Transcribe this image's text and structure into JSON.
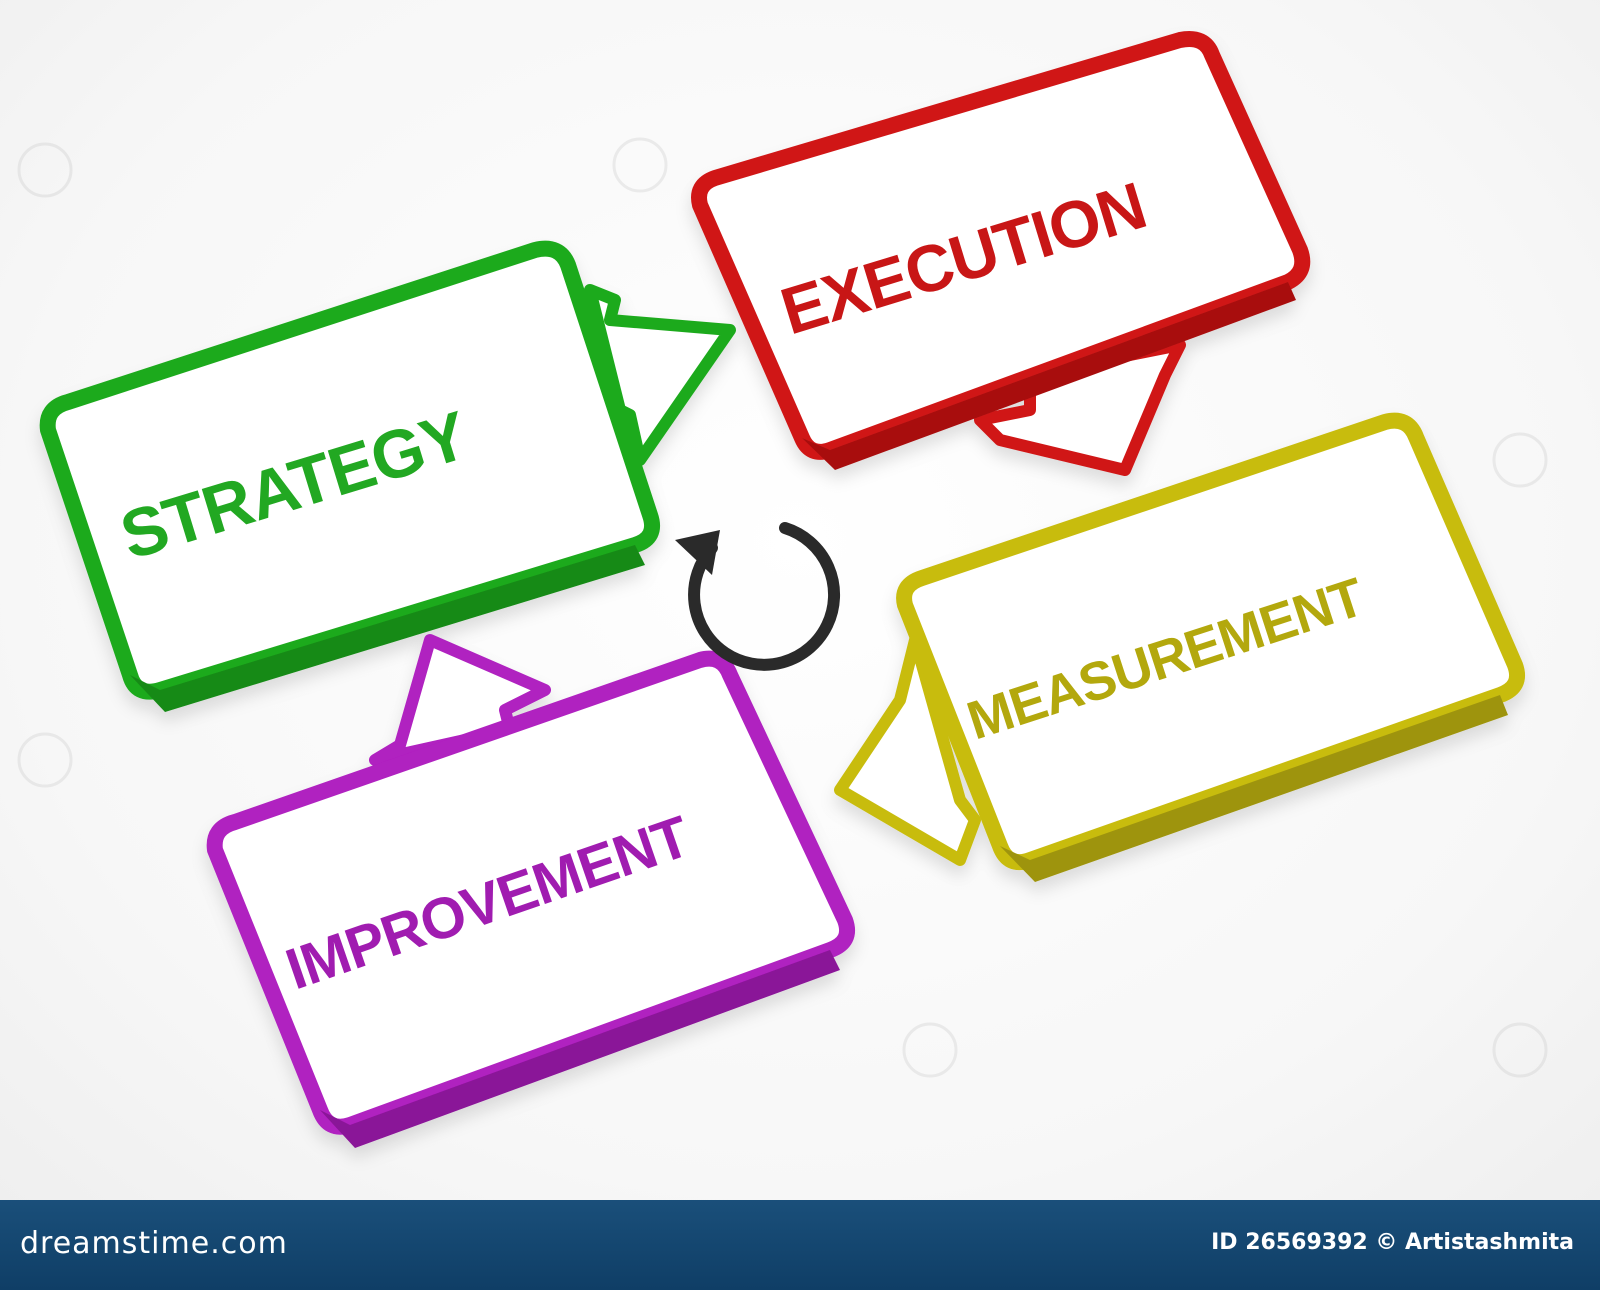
{
  "diagram": {
    "stages": [
      {
        "id": "strategy",
        "label": "STRATEGY",
        "color": "#1faa1f",
        "text_color": "#23a823"
      },
      {
        "id": "execution",
        "label": "EXECUTION",
        "color": "#d01818",
        "text_color": "#c81414"
      },
      {
        "id": "measurement",
        "label": "MEASUREMENT",
        "color": "#c8bc10",
        "text_color": "#b3a80e"
      },
      {
        "id": "improvement",
        "label": "IMPROVEMENT",
        "color": "#b020c0",
        "text_color": "#a01cb0"
      }
    ],
    "center_icon": "cycle-arrow-icon",
    "center_icon_color": "#2a2a2a"
  },
  "footer": {
    "brand": "dreamstime.com",
    "image_id": "ID 26569392 © Artistashmita",
    "background_color": "#154a74"
  }
}
